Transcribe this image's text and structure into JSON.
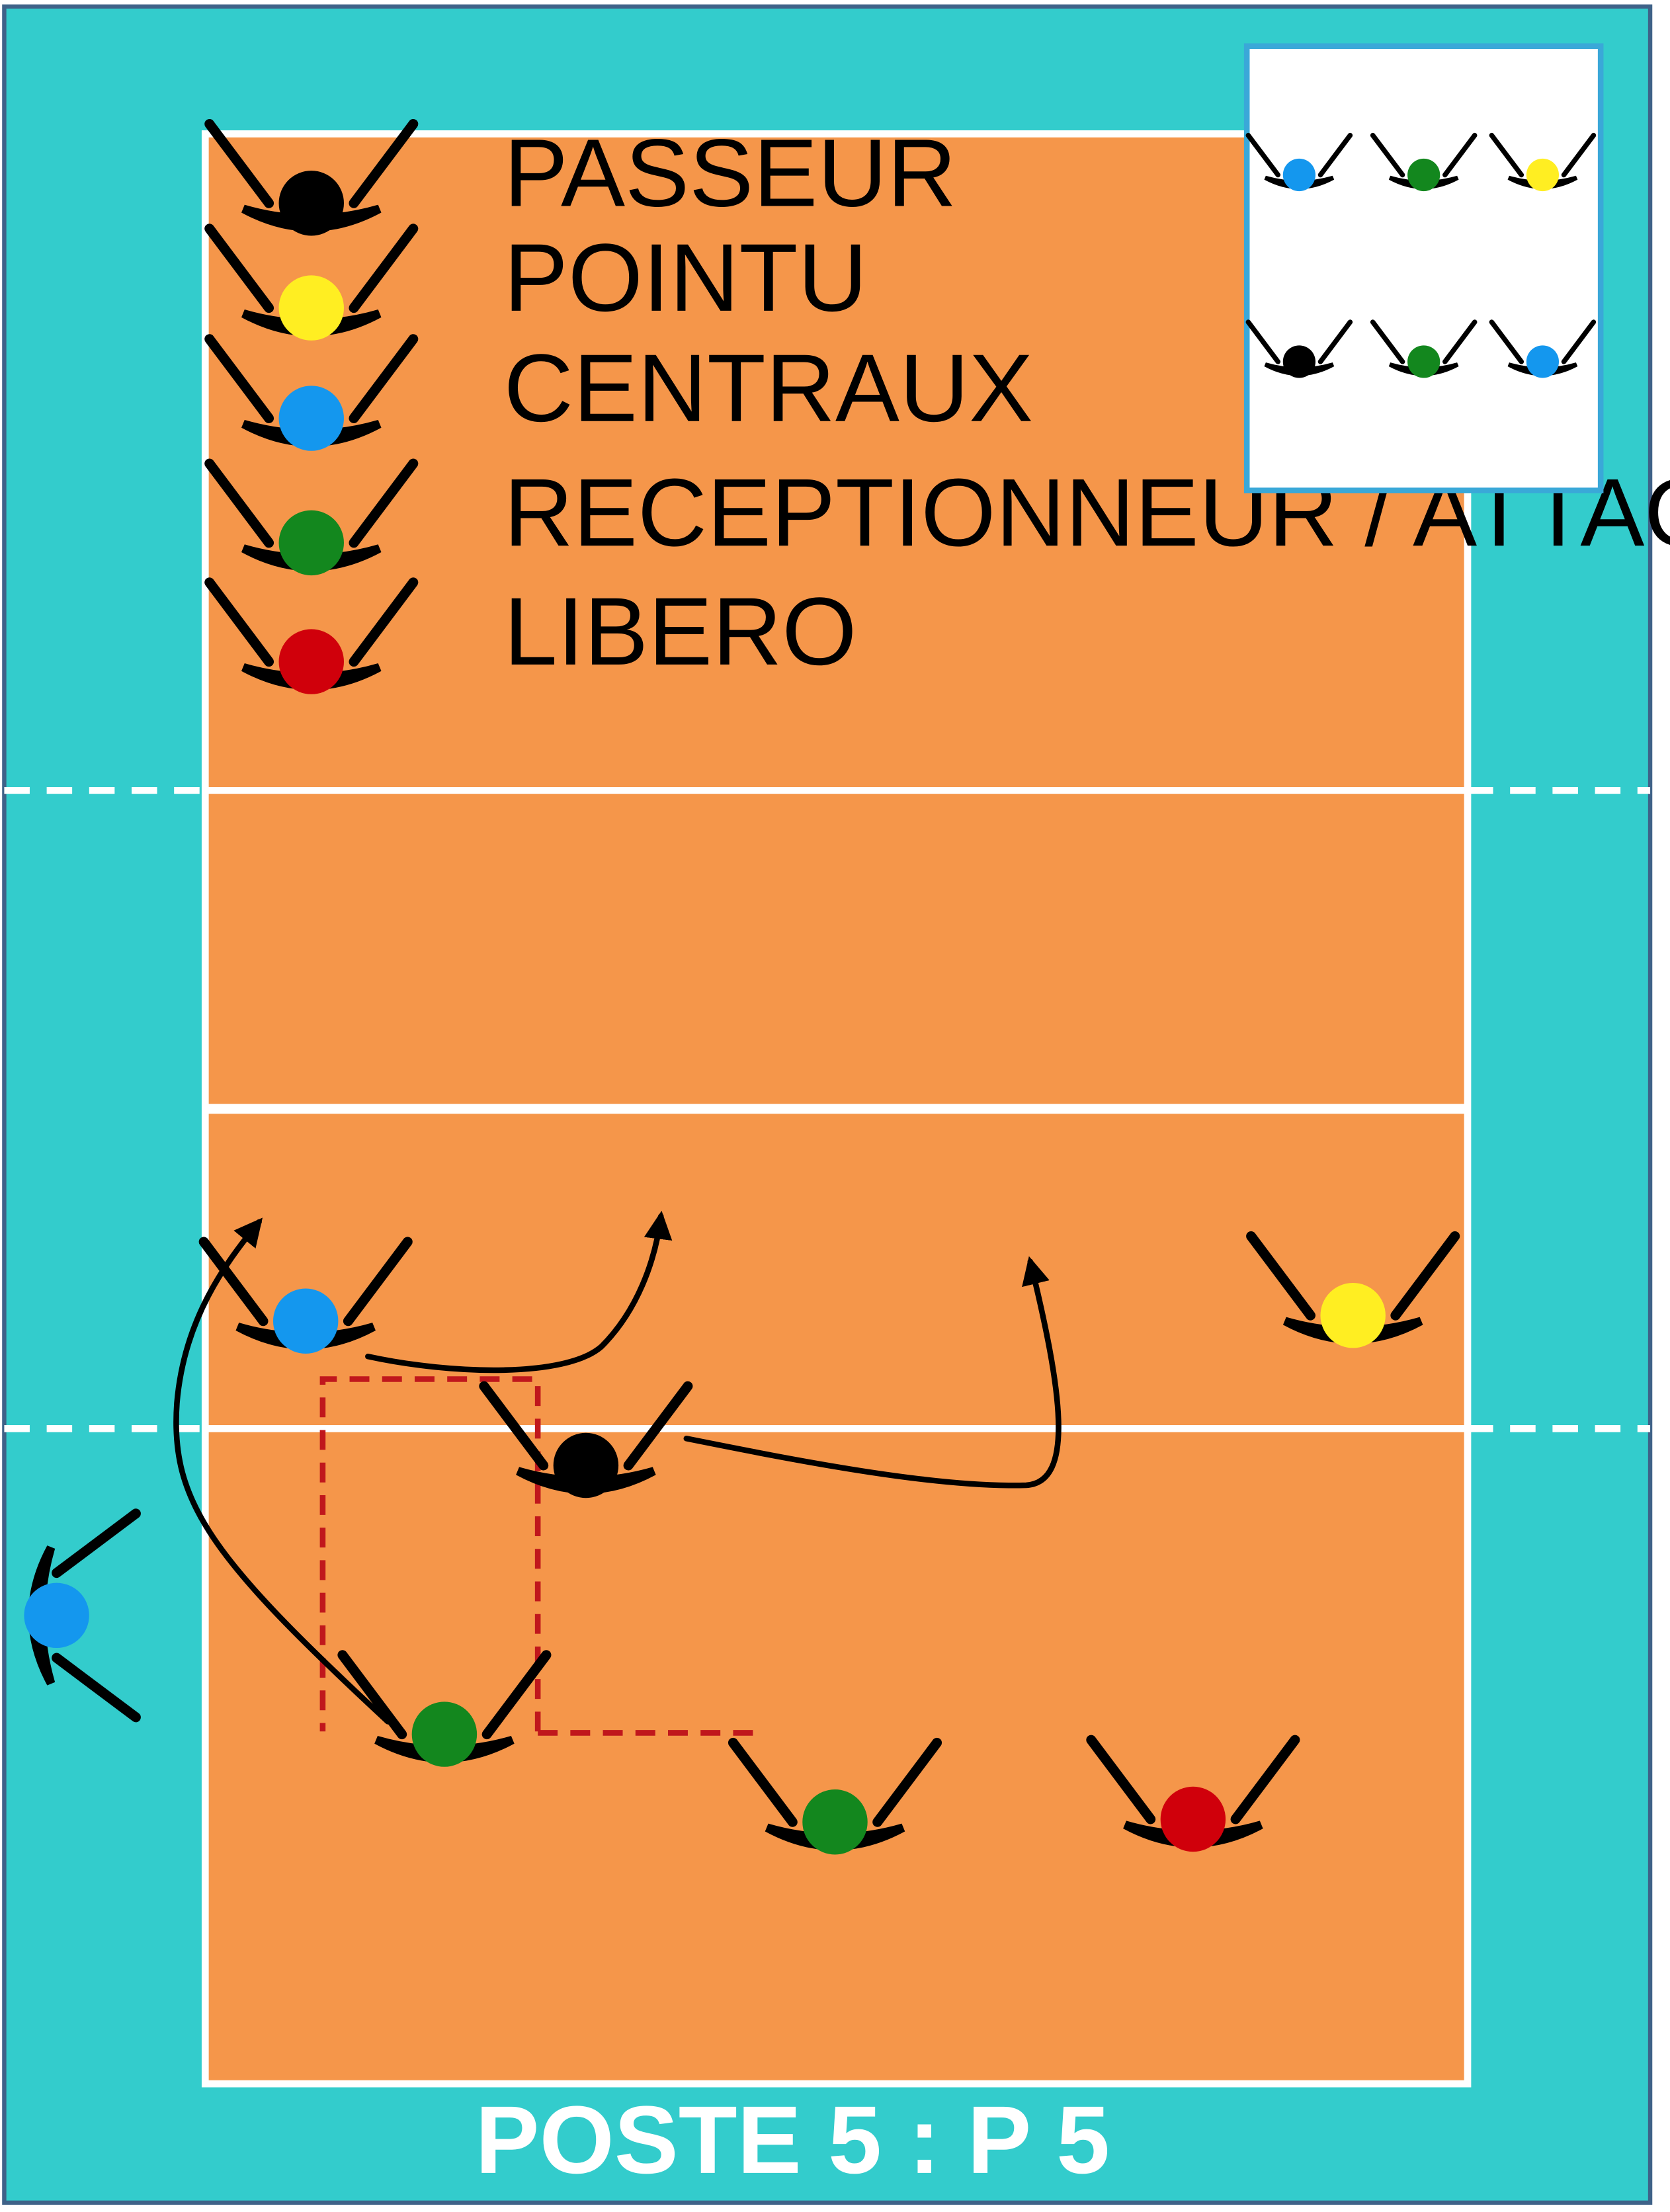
{
  "colors": {
    "outer_zone": "#33CCCC",
    "outer_border": "#3F6288",
    "court": "#F5964A",
    "lines": "#FFFFFF",
    "passeur": "#000000",
    "pointu": "#FFEE22",
    "centraux": "#1497EE",
    "receptionneur_attaquant": "#13871E",
    "libero": "#D0000B",
    "arrow": "#000000",
    "zone_outline": "#C0171C",
    "inset_bg": "#FFFFFF",
    "inset_border": "#3AA8D8"
  },
  "legend": {
    "items": [
      {
        "role": "passeur",
        "label": "PASSEUR"
      },
      {
        "role": "pointu",
        "label": "POINTU"
      },
      {
        "role": "centraux",
        "label": "CENTRAUX"
      },
      {
        "role": "receptionneur_attaquant",
        "label": "RECEPTIONNEUR / ATTAQUANT"
      },
      {
        "role": "libero",
        "label": "LIBERO"
      }
    ]
  },
  "players": [
    {
      "id": "front-left-central",
      "role": "centraux",
      "icon": "player-icon"
    },
    {
      "id": "front-right-pointu",
      "role": "pointu",
      "icon": "player-icon"
    },
    {
      "id": "setter",
      "role": "passeur",
      "icon": "player-icon"
    },
    {
      "id": "back-left-receiver",
      "role": "receptionneur_attaquant",
      "icon": "player-icon"
    },
    {
      "id": "back-middle-receiver",
      "role": "receptionneur_attaquant",
      "icon": "player-icon"
    },
    {
      "id": "back-right-libero",
      "role": "libero",
      "icon": "player-icon"
    },
    {
      "id": "sideline-central",
      "role": "centraux",
      "icon": "player-icon"
    }
  ],
  "inset": {
    "rows": [
      [
        "centraux",
        "receptionneur_attaquant",
        "pointu"
      ],
      [
        "passeur",
        "receptionneur_attaquant",
        "centraux"
      ]
    ]
  },
  "footer": {
    "title": "POSTE 5 : P 5"
  }
}
